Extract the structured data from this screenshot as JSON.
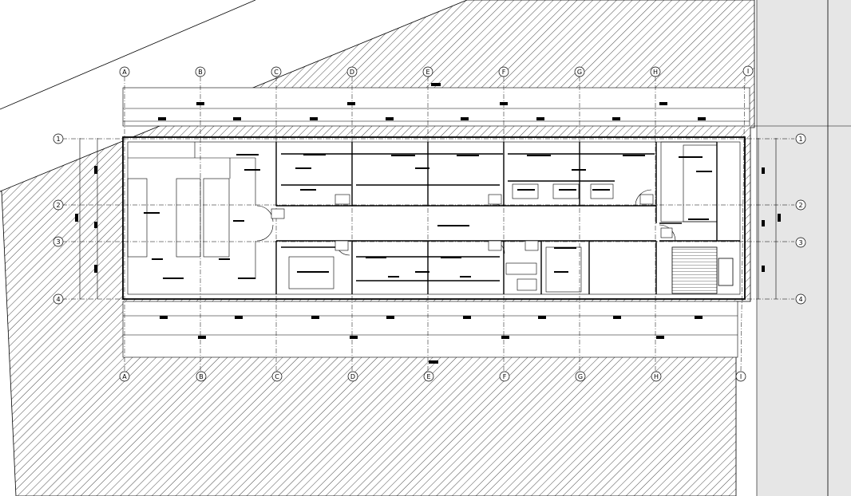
{
  "drawing": {
    "type": "architectural floor plan",
    "background": "#ffffff",
    "line_color": "#000000",
    "hatch_color": "#000000",
    "side_panel_color": "#e8e8e8"
  },
  "grid_columns": [
    "A",
    "B",
    "C",
    "D",
    "E",
    "F",
    "G",
    "H",
    "I"
  ],
  "grid_rows": [
    "1",
    "2",
    "3",
    "4"
  ]
}
